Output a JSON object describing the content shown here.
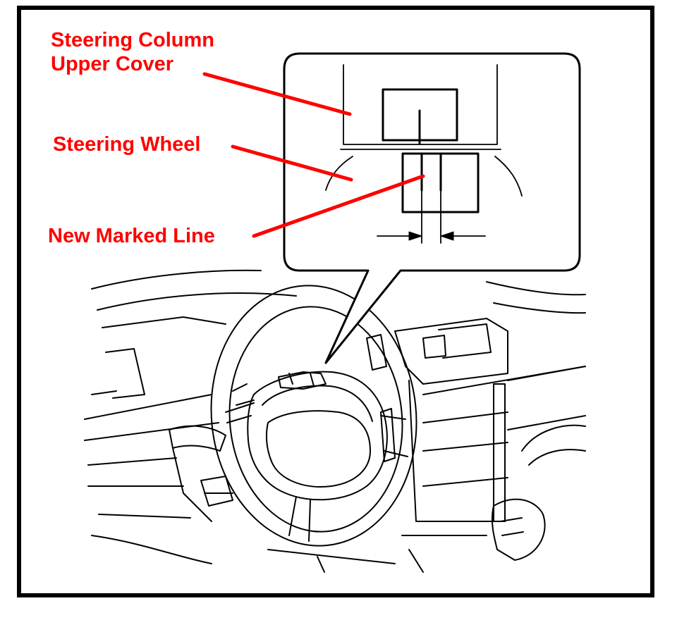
{
  "callouts": {
    "upper_cover_line1": "Steering Column",
    "upper_cover_line2": "Upper Cover",
    "steering_wheel": "Steering Wheel",
    "new_marked_line": "New Marked Line"
  },
  "colors": {
    "label_red": "#ff0000",
    "line_art": "#000000",
    "frame_border": "#000000",
    "background": "#ffffff"
  }
}
